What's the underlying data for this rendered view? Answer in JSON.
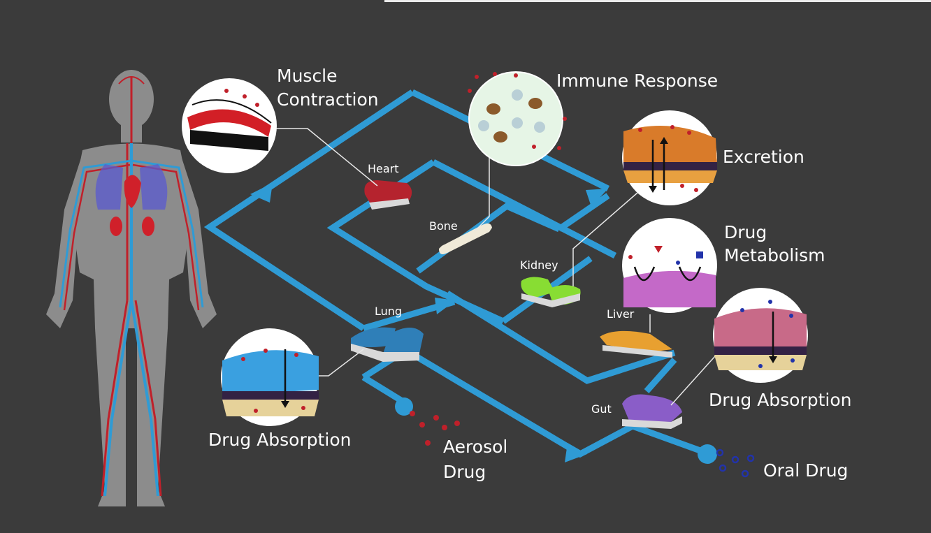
{
  "labels": {
    "muscle_contraction_line1": "Muscle",
    "muscle_contraction_line2": "Contraction",
    "immune_response": "Immune Response",
    "excretion": "Excretion",
    "drug_metabolism_line1": "Drug",
    "drug_metabolism_line2": "Metabolism",
    "drug_absorption_left": "Drug Absorption",
    "drug_absorption_right": "Drug Absorption",
    "aerosol_line1": "Aerosol",
    "aerosol_line2": "Drug",
    "oral_drug": "Oral Drug"
  },
  "organs": {
    "heart": "Heart",
    "bone": "Bone",
    "kidney": "Kidney",
    "lung": "Lung",
    "liver": "Liver",
    "gut": "Gut"
  },
  "colors": {
    "background": "#3b3b3b",
    "pipe": "#2f9bd5",
    "red_dot": "#c0202a",
    "blue_dot": "#2233aa"
  }
}
